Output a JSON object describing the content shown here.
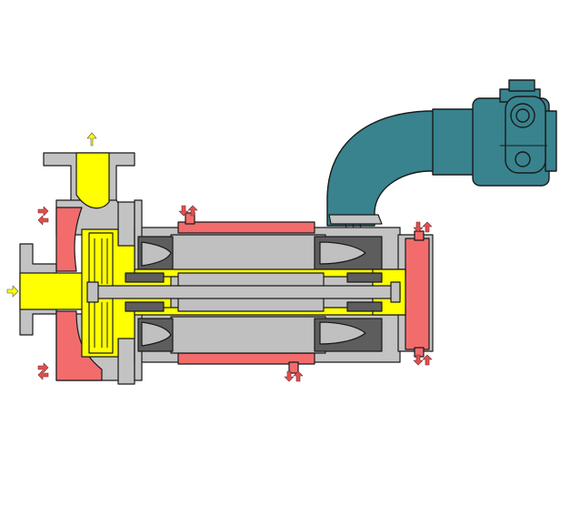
{
  "colors": {
    "casing": "#c3c3c3",
    "stator": "#c0c0c0",
    "dark": "#5d5d5d",
    "fluid": "#ffff00",
    "coolant": "#f26c6c",
    "junction": "#38838e",
    "outline": "#1a1a1a",
    "arrow_fluid": "#ffff00",
    "arrow_coolant": "#e05050"
  },
  "parts": [
    "pump-casing",
    "suction-inlet",
    "discharge-outlet",
    "impeller",
    "volute-fluid",
    "motor-housing",
    "stator",
    "stator-windings",
    "rotor",
    "shaft",
    "bearings",
    "cooling-jacket",
    "rear-cooling-jacket",
    "cable-conduit",
    "terminal-box"
  ],
  "arrows": [
    {
      "id": "discharge-flow",
      "kind": "fluid",
      "dir": "up"
    },
    {
      "id": "suction-flow",
      "kind": "fluid",
      "dir": "right"
    },
    {
      "id": "coolant-casing-top",
      "kind": "coolant",
      "dir": "inout"
    },
    {
      "id": "coolant-casing-bottom",
      "kind": "coolant",
      "dir": "inout"
    },
    {
      "id": "coolant-jacket-top",
      "kind": "coolant",
      "dir": "inout"
    },
    {
      "id": "coolant-jacket-bottom",
      "kind": "coolant",
      "dir": "inout"
    },
    {
      "id": "coolant-rear-top",
      "kind": "coolant",
      "dir": "inout"
    },
    {
      "id": "coolant-rear-bottom",
      "kind": "coolant",
      "dir": "inout"
    }
  ]
}
